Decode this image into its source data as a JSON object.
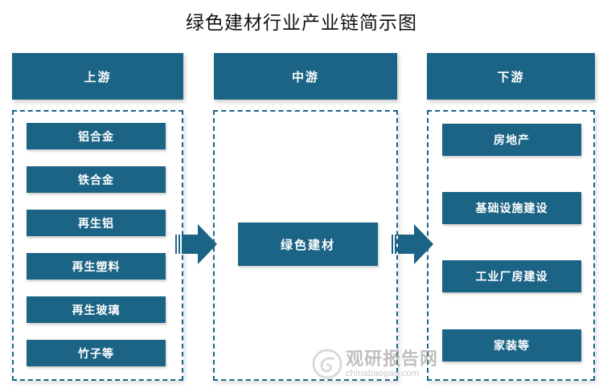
{
  "title": "绿色建材行业产业链简示图",
  "accent_color": "#1c6486",
  "background_color": "#ffffff",
  "stages": {
    "upstream": {
      "header": "上游",
      "nodes": [
        "铝合金",
        "铁合金",
        "再生铝",
        "再生塑料",
        "再生玻璃",
        "竹子等"
      ]
    },
    "midstream": {
      "header": "中游",
      "nodes": [
        "绿色建材"
      ]
    },
    "downstream": {
      "header": "下游",
      "nodes": [
        "房地产",
        "基础设施建设",
        "工业厂房建设",
        "家装等"
      ]
    }
  },
  "connectors": [
    {
      "name": "upstream-to-midstream",
      "direction": "right"
    },
    {
      "name": "midstream-to-downstream",
      "direction": "right"
    }
  ],
  "watermark": {
    "brand_cn": "观研报告网",
    "brand_en": "chinabaogao.com"
  }
}
